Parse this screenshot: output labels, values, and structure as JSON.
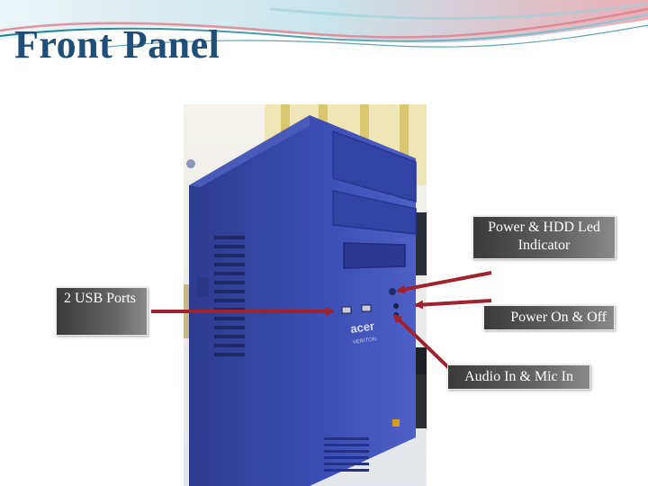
{
  "slide": {
    "title": "Front Panel",
    "accent_colors": {
      "title": "#1f4e79",
      "swoosh_teal": "#1c7f8c",
      "swoosh_pink": "#e07a8a",
      "case_blue": "#3446a8",
      "arrow": "#a0222c"
    }
  },
  "photo": {
    "subject": "blue tower pc case",
    "brand_text": "acer",
    "model_text": "veriton"
  },
  "callouts": {
    "hdd_led": "Power & HDD Led Indicator",
    "usb_ports": "2 USB Ports",
    "power_switch": "Power On & Off",
    "audio_mic": "Audio In & Mic In"
  }
}
